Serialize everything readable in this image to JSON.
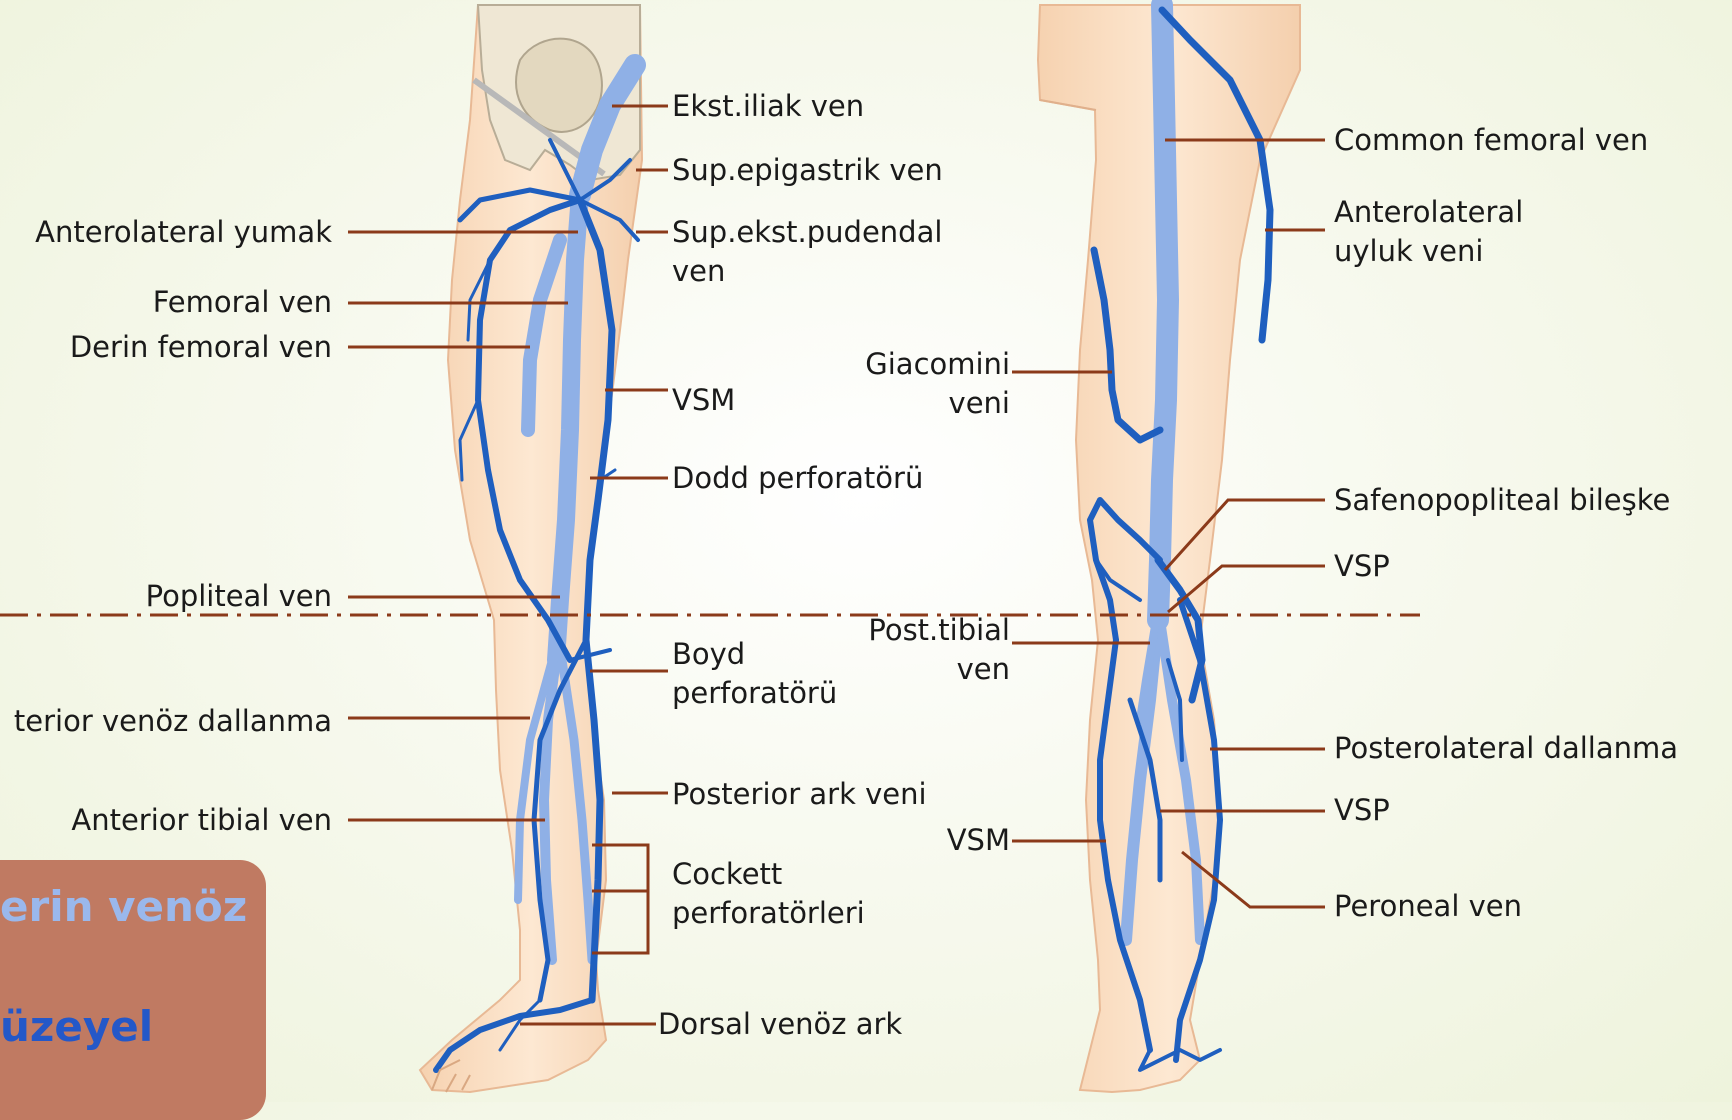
{
  "labels": {
    "ekst_iliak": "Ekst.iliak ven",
    "sup_epigastrik": "Sup.epigastrik ven",
    "sup_ekst_pudendal_1": "Sup.ekst.pudendal",
    "sup_ekst_pudendal_2": "ven",
    "anterolateral_yumak": "Anterolateral yumak",
    "femoral_ven": "Femoral ven",
    "derin_femoral": "Derin femoral ven",
    "vsm_front": "VSM",
    "dodd": "Dodd perforatörü",
    "popliteal": "Popliteal ven",
    "boyd_1": "Boyd",
    "boyd_2": "perforatörü",
    "anterior_venoz_dallanma": "terior venöz dallanma",
    "posterior_ark": "Posterior ark veni",
    "anterior_tibial": "Anterior tibial ven",
    "cockett_1": "Cockett",
    "cockett_2": "perforatörleri",
    "dorsal_venoz_ark": "Dorsal venöz ark",
    "common_femoral": "Common femoral ven",
    "anterolateral_uyluk_1": "Anterolateral",
    "anterolateral_uyluk_2": "uyluk veni",
    "giacomini_1": "Giacomini",
    "giacomini_2": "veni",
    "safenopopliteal": "Safenopopliteal bileşke",
    "vsp_1": "VSP",
    "post_tibial_1": "Post.tibial",
    "post_tibial_2": "ven",
    "posterolateral": "Posterolateral dallanma",
    "vsp_2": "VSP",
    "vsm_back": "VSM",
    "peroneal": "Peroneal ven"
  },
  "legend": {
    "derin": "erin venöz",
    "yuzeyel": "üzeyel"
  },
  "colors": {
    "leader_line": "#8b3a1a",
    "vein_dark": "#1f5fbf",
    "vein_light": "#8fb0e6",
    "skin": "#fbe3c9",
    "legend_bg": "#c07a62",
    "legend_text_light": "#9ab8ec",
    "legend_text_dark": "#2458c8"
  }
}
